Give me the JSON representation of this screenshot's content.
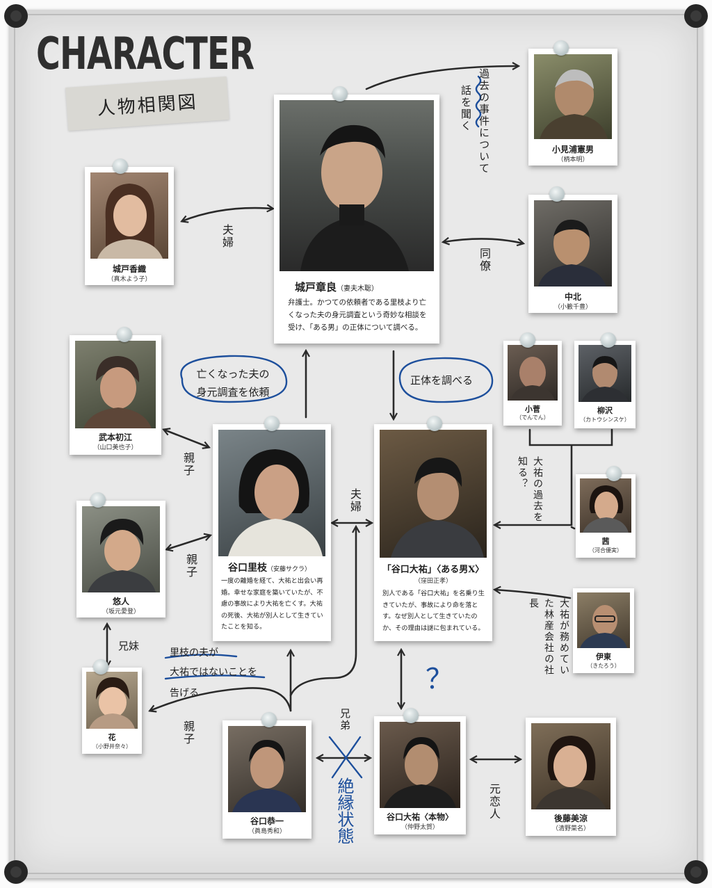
{
  "header": {
    "title": "CHARACTER",
    "subtitle": "人物相関図"
  },
  "characters": {
    "kido": {
      "name": "城戸章良",
      "actor": "（妻夫木聡）",
      "description": "弁護士。かつての依頼者である里枝より亡くなった夫の身元調査という奇妙な相談を受け、「ある男」の正体について調べる。"
    },
    "obiura": {
      "name": "小見浦憲男",
      "actor": "（柄本明）"
    },
    "nakakita": {
      "name": "中北",
      "actor": "（小籔千豊）"
    },
    "kaori": {
      "name": "城戸香織",
      "actor": "（真木よう子）"
    },
    "hatsue": {
      "name": "武本初江",
      "actor": "（山口美也子）"
    },
    "rie": {
      "name": "谷口里枝",
      "actor": "（安藤サクラ）",
      "description": "一度の離婚を経て、大祐と出会い再婚。幸せな家庭を築いていたが、不慮の事故により大祐を亡くす。大祐の死後、大祐が別人として生きていたことを知る。"
    },
    "daisuke_x": {
      "name": "「谷口大祐」〈ある男X〉",
      "actor": "（窪田正孝）",
      "description": "別人である「谷口大祐」を名乗り生きていたが、事故により命を落とす。なぜ別人として生きていたのか、その理由は謎に包まれている。"
    },
    "kosuge": {
      "name": "小菅",
      "actor": "（でんでん）"
    },
    "yanagisawa": {
      "name": "柳沢",
      "actor": "（カトウシンスケ）"
    },
    "akane": {
      "name": "茜",
      "actor": "（河合優実）"
    },
    "ito": {
      "name": "伊東",
      "actor": "（きたろう）"
    },
    "yuto": {
      "name": "悠人",
      "actor": "（坂元愛登）"
    },
    "hana": {
      "name": "花",
      "actor": "（小野井奈々）"
    },
    "kyoichi": {
      "name": "谷口恭一",
      "actor": "（眞島秀和）"
    },
    "daisuke_real": {
      "name": "谷口大祐〈本物〉",
      "actor": "（仲野太賀）"
    },
    "misuzu": {
      "name": "後藤美涼",
      "actor": "（清野菜名）"
    }
  },
  "relations": {
    "fufu_top": "夫婦",
    "kako_jiken": "過去の事件について",
    "hanashi_kiku": "話を聞く",
    "doryo": "同僚",
    "irai": "亡くなった夫の身元調査を依頼",
    "shotai": "正体を調べる",
    "oyako1": "親子",
    "oyako2": "親子",
    "oyako3": "親子",
    "fufu_mid": "夫婦",
    "kako_shiru": "大祐の過去を知る？",
    "kyodai_shimai": "兄妹",
    "tsugeru_1": "里枝の夫が",
    "tsugeru_2": "大祐ではないことを",
    "tsugeru_3": "告げる",
    "kaisha": "大祐が務めていた林産会社の社長",
    "kyodai": "兄弟",
    "zetsuen": "絶縁状態",
    "question": "？",
    "moto_koibito": "元恋人"
  }
}
